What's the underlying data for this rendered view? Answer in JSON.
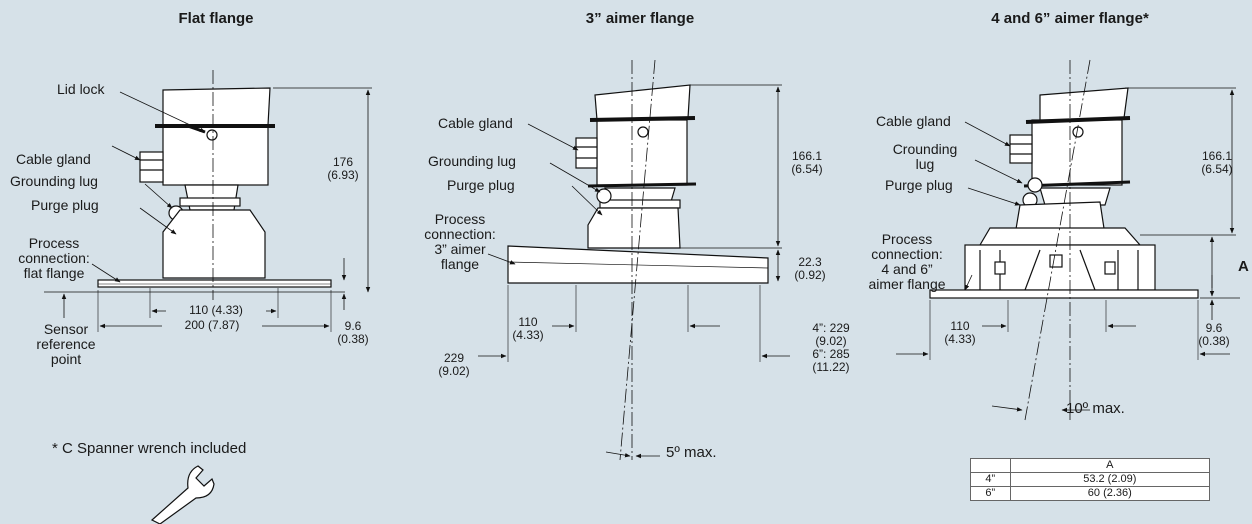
{
  "titles": {
    "flat": "Flat flange",
    "aimer3": "3” aimer flange",
    "aimer46": "4 and 6” aimer flange*"
  },
  "flat": {
    "lid_lock": "Lid lock",
    "cable_gland": "Cable gland",
    "grounding_lug": "Grounding lug",
    "purge_plug": "Purge plug",
    "process_connection": [
      "Process",
      "connection:",
      "flat flange"
    ],
    "sensor_reference": [
      "Sensor",
      "reference",
      "point"
    ],
    "dim_height": [
      "176",
      "(6.93)"
    ],
    "dim_110": "110 (4.33)",
    "dim_200": "200 (7.87)",
    "dim_thickness": [
      "9.6",
      "(0.38)"
    ]
  },
  "aimer3": {
    "cable_gland": "Cable gland",
    "grounding_lug": "Grounding lug",
    "purge_plug": "Purge plug",
    "process_connection": [
      "Process",
      "connection:",
      "3” aimer",
      "flange"
    ],
    "dim_height": [
      "166.1",
      "(6.54)"
    ],
    "dim_flange": [
      "22.3",
      "(0.92)"
    ],
    "dim_110": [
      "110",
      "(4.33)"
    ],
    "dim_229": [
      "229",
      "(9.02)"
    ],
    "dim_right": [
      "4”: 229",
      "(9.02)",
      "6”: 285",
      "(11.22)"
    ],
    "angle": "5º max."
  },
  "aimer46": {
    "cable_gland": "Cable gland",
    "grounding_lug": [
      "Crounding",
      "lug"
    ],
    "purge_plug": "Purge plug",
    "process_connection": [
      "Process",
      "connection:",
      "4 and 6”",
      "aimer flange"
    ],
    "dim_height": [
      "166.1",
      "(6.54)"
    ],
    "dim_A": "A",
    "dim_110": [
      "110",
      "(4.33)"
    ],
    "dim_thickness": [
      "9.6",
      "(0.38)"
    ],
    "angle": "10º max."
  },
  "note": "* C Spanner wrench included",
  "table": {
    "header": [
      "",
      "A"
    ],
    "rows": [
      [
        "4”",
        "53.2 (2.09)"
      ],
      [
        "6”",
        "60 (2.36)"
      ]
    ]
  }
}
